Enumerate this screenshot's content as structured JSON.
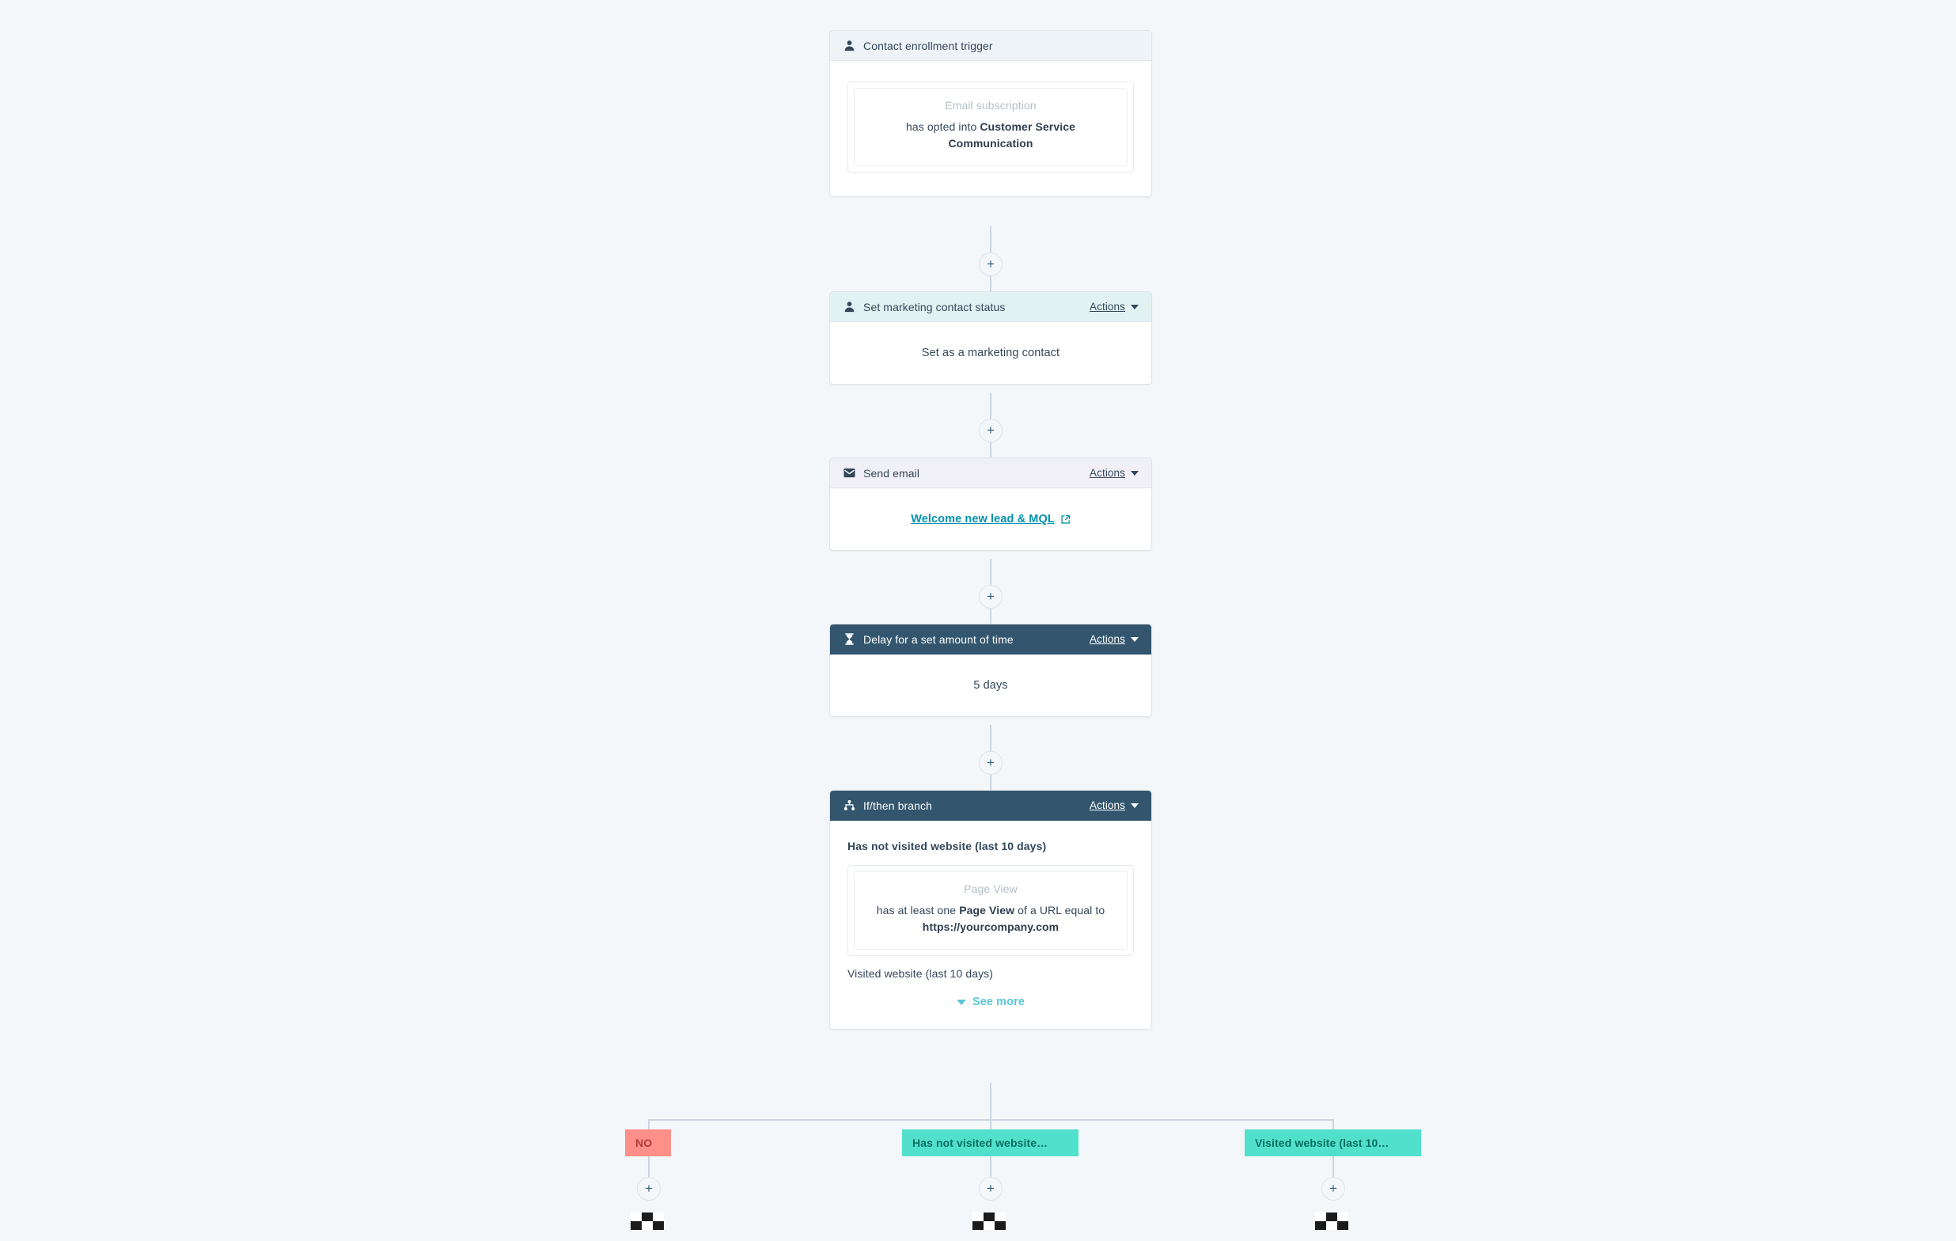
{
  "canvas": {
    "background": "#f4f7f9",
    "accent_teal": "#51e0cc",
    "accent_red": "#ff8f89",
    "link_blue": "#0091ae",
    "dark_header": "#33566e"
  },
  "actions_label": "Actions",
  "steps": [
    {
      "id": "contact-enrollment-trigger",
      "icon": "contact-person-icon",
      "title": "Contact enrollment trigger",
      "header_style": "hdr-light",
      "has_actions": false,
      "filter": {
        "property": "Email subscription",
        "prefix": "has opted into ",
        "bold": "Customer Service Communication",
        "suffix": ""
      }
    },
    {
      "id": "set-marketing-contact-status",
      "icon": "contact-person-icon",
      "title": "Set marketing contact status",
      "header_style": "hdr-teal",
      "has_actions": true,
      "body_text": "Set as a marketing contact"
    },
    {
      "id": "send-email",
      "icon": "envelope-icon",
      "title": "Send email",
      "header_style": "hdr-lav",
      "has_actions": true,
      "email_name": "Welcome new lead & MQL"
    },
    {
      "id": "delay-for-a-set-amount-of-time",
      "icon": "hourglass-icon",
      "title": "Delay for a set amount of time",
      "header_style": "hdr-dark",
      "has_actions": true,
      "body_text": "5 days"
    },
    {
      "id": "if-then-branch",
      "icon": "branch-icon",
      "title": "If/then branch",
      "header_style": "hdr-dark",
      "has_actions": true,
      "branch_one_label": "Has not visited website (last 10 days)",
      "filter": {
        "property": "Page View",
        "prefix": "has at least one ",
        "bold": "Page View",
        "suffix": " of a URL equal to ",
        "bold2": "https://yourcompany.com"
      },
      "branch_two_label": "Visited website (last 10 days)",
      "see_more_label": "See more"
    }
  ],
  "branches": [
    {
      "id": "branch-no",
      "label": "NO",
      "type": "no"
    },
    {
      "id": "branch-has-not-visited",
      "label": "Has not visited website…",
      "type": "teal"
    },
    {
      "id": "branch-visited",
      "label": "Visited website (last 10…",
      "type": "teal"
    }
  ]
}
